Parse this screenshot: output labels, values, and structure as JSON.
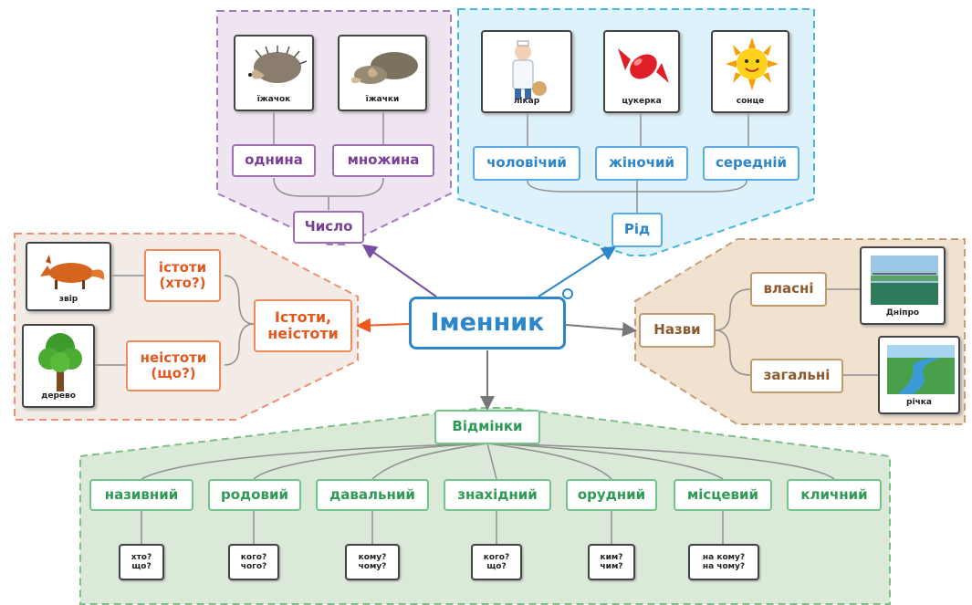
{
  "central": "Іменник",
  "chyslo": {
    "title": "Число",
    "forms": [
      "однина",
      "множина"
    ],
    "cards": [
      "їжачок",
      "їжачки"
    ]
  },
  "rid": {
    "title": "Рід",
    "forms": [
      "чоловічий",
      "жіночий",
      "середній"
    ],
    "cards": [
      "лікар",
      "цукерка",
      "сонце"
    ]
  },
  "istoty": {
    "title": "Істоти,\nнеістоти",
    "forms": [
      "істоти\n(хто?)",
      "неістоти\n(що?)"
    ],
    "cards": [
      "звір",
      "дерево"
    ]
  },
  "nazvy": {
    "title": "Назви",
    "forms": [
      "власні",
      "загальні"
    ],
    "cards": [
      "Дніпро",
      "річка"
    ]
  },
  "vidminky": {
    "title": "Відмінки",
    "cases": [
      "називний",
      "родовий",
      "давальний",
      "знахідний",
      "орудний",
      "місцевий",
      "кличний"
    ],
    "questions": [
      "хто?\nщо?",
      "кого?\nчого?",
      "кому?\nчому?",
      "кого?\nщо?",
      "ким?\nчим?",
      "на кому?\nна чому?"
    ]
  },
  "colors": {
    "purple": "#9b6fb0",
    "blue": "#59a9e2",
    "orange": "#f08a5d",
    "brown": "#c09a72",
    "green": "#6fc58a",
    "central": "#2d86c9"
  }
}
